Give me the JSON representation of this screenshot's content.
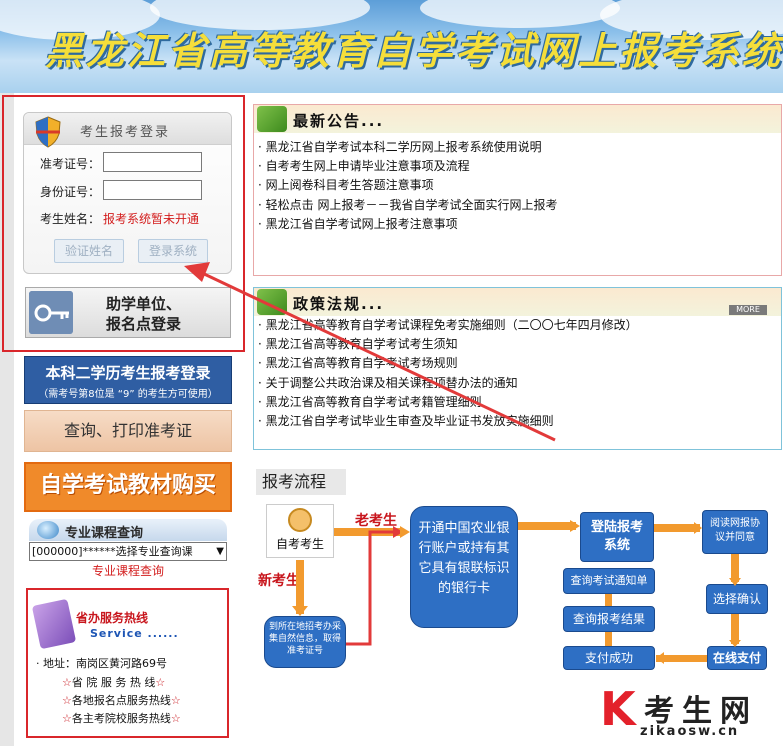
{
  "header": {
    "title": "黑龙江省高等教育自学考试网上报考系统"
  },
  "login": {
    "title": "考生报考登录",
    "ticket_label": "准考证号：",
    "id_label": "身份证号：",
    "name_label": "考生姓名：",
    "name_value": "报考系统暂未开通",
    "verify_button": "验证姓名",
    "login_button": "登录系统"
  },
  "help_box": {
    "line1": "助学单位、",
    "line2": "报名点登录"
  },
  "bachelor": {
    "title": "本科二学历考生报考登录",
    "note": "（需考号第8位是 “9” 的考生方可使用）"
  },
  "print_button": "查询、打印准考证",
  "buy_button": "自学考试教材购买",
  "course": {
    "title": "专业课程查询",
    "select_value": "[000000]******选择专业查询课",
    "link": "专业课程查询"
  },
  "hotline": {
    "title": "省办服务热线",
    "subtitle": "Service ......",
    "address": "· 地址：南岗区黄河路69号",
    "lines": [
      "省 院 服 务 热 线",
      "各地报名点服务热线",
      "各主考院校服务热线"
    ],
    "star": "☆"
  },
  "notices": {
    "title": "最新公告...",
    "items": [
      "黑龙江省自学考试本科二学历网上报考系统使用说明",
      "自考考生网上申请毕业注意事项及流程",
      "网上阅卷科目考生答题注意事项",
      "轻松点击 网上报考－－我省自学考试全面实行网上报考",
      "黑龙江省自学考试网上报考注意事项"
    ]
  },
  "policies": {
    "title": "政策法规...",
    "more": "MORE",
    "items": [
      "黑龙江省高等教育自学考试课程免考实施细则（二〇〇七年四月修改）",
      "黑龙江省高等教育自学考试考生须知",
      "黑龙江省高等教育自学考试考场规则",
      "关于调整公共政治课及相关课程顶替办法的通知",
      "黑龙江省高等教育自学考试考籍管理细则",
      "黑龙江省自学考试毕业生审查及毕业证书发放实施细则"
    ]
  },
  "flow": {
    "title": "报考流程",
    "self_student": "自考考生",
    "old_student": "老考生",
    "new_student": "新考生",
    "bank": "开通中国农业银行账户或持有其它具有银联标识的银行卡",
    "login_sys": "登陆报考系统",
    "read_agree": "阅读网报协议并同意",
    "select_confirm": "选择确认",
    "online_pay": "在线支付",
    "pay_success": "支付成功",
    "check_result": "查询报考结果",
    "check_notice": "查询考试通知单",
    "new_step": "到所在地招考办采集自然信息，取得准考证号"
  },
  "watermark": {
    "k": "K",
    "brand": "考生网",
    "url": "zikaosw.cn"
  },
  "colors": {
    "accent_red": "#d9262b",
    "flow_blue": "#2e6fc4",
    "flow_orange": "#f29a2e"
  }
}
